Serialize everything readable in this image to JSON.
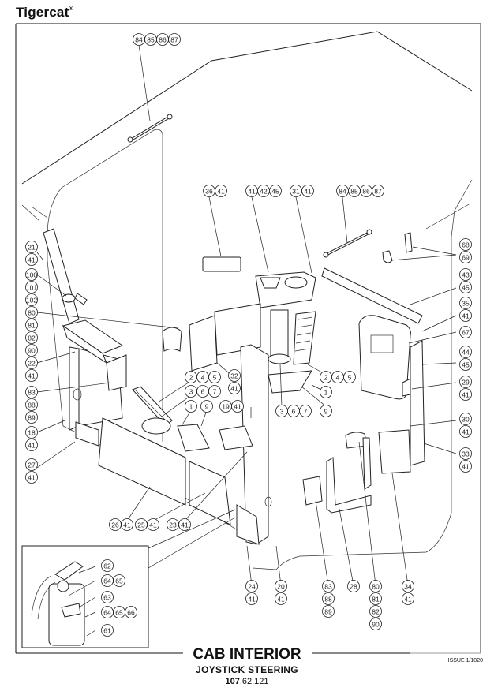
{
  "brand": {
    "name": "Tigercat",
    "mark": "®"
  },
  "footer": {
    "title": "CAB INTERIOR",
    "subtitle": "JOYSTICK STEERING",
    "part_number_bold": "107",
    "part_number_rest": ".62.121",
    "issue": "ISSUE 1/1020"
  },
  "callouts": [
    {
      "id": "top-handle",
      "labels": [
        "84",
        "85",
        "86",
        "87"
      ]
    },
    {
      "id": "plate-36",
      "labels": [
        "36",
        "41"
      ]
    },
    {
      "id": "console-41",
      "labels": [
        "41",
        "42",
        "45"
      ]
    },
    {
      "id": "panel-31",
      "labels": [
        "31",
        "41"
      ]
    },
    {
      "id": "handle-right",
      "labels": [
        "84",
        "85",
        "86",
        "87"
      ]
    },
    {
      "id": "left-21",
      "labels": [
        "21",
        "41"
      ]
    },
    {
      "id": "left-100",
      "labels": [
        "100",
        "101",
        "102"
      ]
    },
    {
      "id": "left-80",
      "labels": [
        "80",
        "81",
        "82",
        "90"
      ]
    },
    {
      "id": "left-22",
      "labels": [
        "22",
        "41"
      ]
    },
    {
      "id": "left-83",
      "labels": [
        "83",
        "88",
        "89"
      ]
    },
    {
      "id": "left-18",
      "labels": [
        "18",
        "41"
      ]
    },
    {
      "id": "left-27",
      "labels": [
        "27",
        "41"
      ]
    },
    {
      "id": "right-68",
      "labels": [
        "68",
        "69"
      ]
    },
    {
      "id": "right-43",
      "labels": [
        "43",
        "45"
      ]
    },
    {
      "id": "right-35",
      "labels": [
        "35",
        "41"
      ]
    },
    {
      "id": "right-67",
      "labels": [
        "67"
      ]
    },
    {
      "id": "right-44",
      "labels": [
        "44",
        "45"
      ]
    },
    {
      "id": "right-29",
      "labels": [
        "29",
        "41"
      ]
    },
    {
      "id": "right-30",
      "labels": [
        "30",
        "41"
      ]
    },
    {
      "id": "right-33",
      "labels": [
        "33",
        "41"
      ]
    },
    {
      "id": "pedal-245",
      "labels": [
        "2",
        "4",
        "5"
      ]
    },
    {
      "id": "pedal-367",
      "labels": [
        "3",
        "6",
        "7"
      ]
    },
    {
      "id": "pedal-1",
      "labels": [
        "1"
      ]
    },
    {
      "id": "pedal-9",
      "labels": [
        "9"
      ]
    },
    {
      "id": "mid-32",
      "labels": [
        "32",
        "41"
      ]
    },
    {
      "id": "mid-19",
      "labels": [
        "19",
        "41"
      ]
    },
    {
      "id": "center-245",
      "labels": [
        "2",
        "4",
        "5"
      ]
    },
    {
      "id": "center-1",
      "labels": [
        "1"
      ]
    },
    {
      "id": "center-367",
      "labels": [
        "3",
        "6",
        "7"
      ]
    },
    {
      "id": "center-9",
      "labels": [
        "9"
      ]
    },
    {
      "id": "bottom-26",
      "labels": [
        "26",
        "41"
      ]
    },
    {
      "id": "bottom-25",
      "labels": [
        "25",
        "41"
      ]
    },
    {
      "id": "bottom-23",
      "labels": [
        "23",
        "41"
      ]
    },
    {
      "id": "bottom-24",
      "labels": [
        "24",
        "41"
      ]
    },
    {
      "id": "bottom-20",
      "labels": [
        "20",
        "41"
      ]
    },
    {
      "id": "bottom-83",
      "labels": [
        "83",
        "88",
        "89"
      ]
    },
    {
      "id": "bottom-28",
      "labels": [
        "28"
      ]
    },
    {
      "id": "bottom-80",
      "labels": [
        "80",
        "81",
        "82",
        "90"
      ]
    },
    {
      "id": "bottom-34",
      "labels": [
        "34",
        "41"
      ]
    },
    {
      "id": "inset-62",
      "labels": [
        "62"
      ]
    },
    {
      "id": "inset-64a",
      "labels": [
        "64",
        "65"
      ]
    },
    {
      "id": "inset-63",
      "labels": [
        "63"
      ]
    },
    {
      "id": "inset-64b",
      "labels": [
        "64",
        "65",
        "66"
      ]
    },
    {
      "id": "inset-61",
      "labels": [
        "61"
      ]
    }
  ]
}
